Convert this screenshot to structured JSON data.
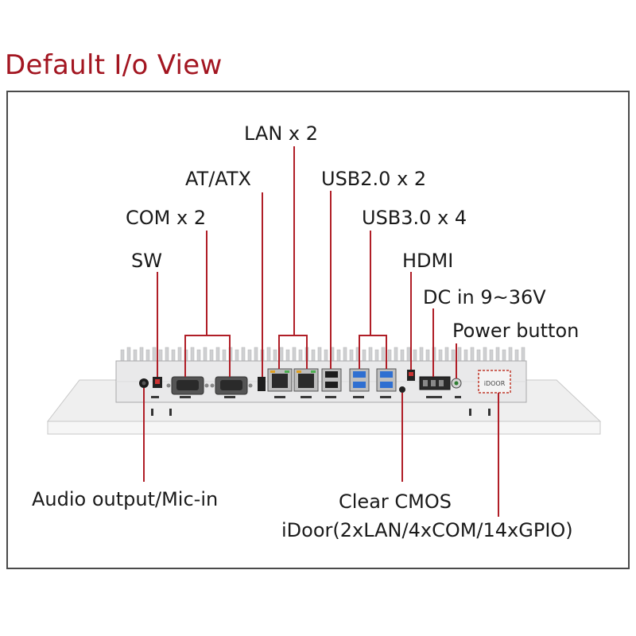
{
  "title": "Default I/o View",
  "colors": {
    "title": "#a31621",
    "leader_line": "#b01e27",
    "frame": "#4a4a4a",
    "chassis": "#e9e9ea",
    "fins": "#cfd0d2",
    "usb3_blue": "#2f6fd1"
  },
  "labels": {
    "lan": "LAN x 2",
    "at_atx": "AT/ATX",
    "usb2": "USB2.0 x 2",
    "com": "COM x 2",
    "usb3": "USB3.0 x 4",
    "sw": "SW",
    "hdmi": "HDMI",
    "dc_in": "DC in 9~36V",
    "power_button": "Power button",
    "audio": "Audio output/Mic-in",
    "clear_cmos": "Clear CMOS",
    "idoor": "iDoor(2xLAN/4xCOM/14xGPIO)"
  },
  "idoor_panel_text": "iDOOR"
}
